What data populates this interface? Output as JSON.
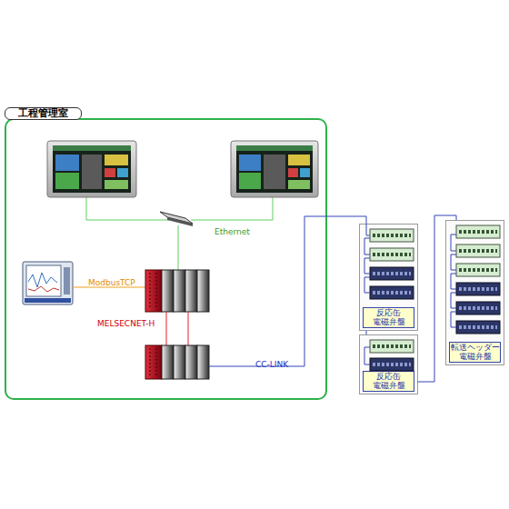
{
  "diagram": {
    "nodes": [
      {
        "text": [
          "工程管理室"
        ]
      },
      {
        "text": [
          "反応缶 電磁弁盤"
        ]
      },
      {
        "text": [
          "反応缶 電磁弁盤"
        ]
      },
      {
        "text": [
          "転送ヘッダー 電磁弁盤"
        ]
      }
    ],
    "edges": [
      {
        "from": 1,
        "to": 2,
        "arrow": "none"
      },
      {
        "from": 2,
        "to": 3,
        "arrow": "none"
      }
    ],
    "labels": [
      "Ethernet",
      "ModbusTCP",
      "MELSECNET-H",
      "CC-LINK"
    ]
  }
}
